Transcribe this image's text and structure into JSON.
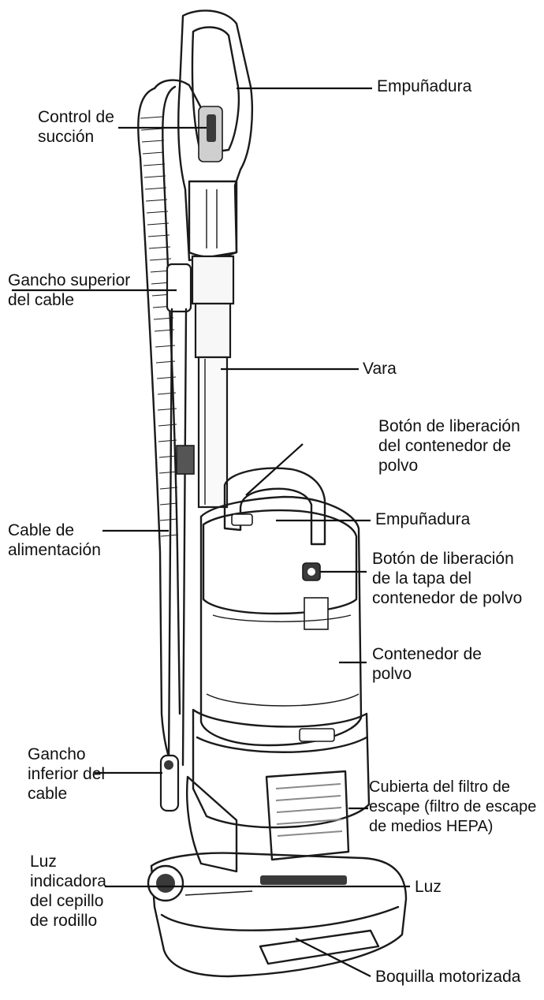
{
  "diagram": {
    "labels": {
      "empunadura_top": "Empuñadura",
      "control_succion": [
        "Control de",
        "succión"
      ],
      "gancho_superior": [
        "Gancho superior",
        "del cable"
      ],
      "vara": "Vara",
      "boton_contenedor": [
        "Botón de liberación",
        "del contenedor de",
        "polvo"
      ],
      "empunadura_mid": "Empuñadura",
      "cable_alimentacion": [
        "Cable de",
        "alimentación"
      ],
      "boton_tapa": [
        "Botón de liberación",
        "de la tapa del",
        "contenedor de polvo"
      ],
      "contenedor": [
        "Contenedor de",
        "polvo"
      ],
      "gancho_inferior": [
        "Gancho",
        "inferior del",
        "cable"
      ],
      "cubierta_filtro": [
        "Cubierta del filtro de",
        "escape (filtro de escape",
        "de medios HEPA)"
      ],
      "luz_indicadora": [
        "Luz",
        "indicadora",
        "del cepillo",
        "de rodillo"
      ],
      "luz": "Luz",
      "boquilla": "Boquilla motorizada"
    },
    "colors": {
      "ink": "#1a1a1a",
      "body_fill": "#f2f2f2",
      "window_fill": "#e4e4e4",
      "dark_fill": "#3a3a3a"
    }
  }
}
